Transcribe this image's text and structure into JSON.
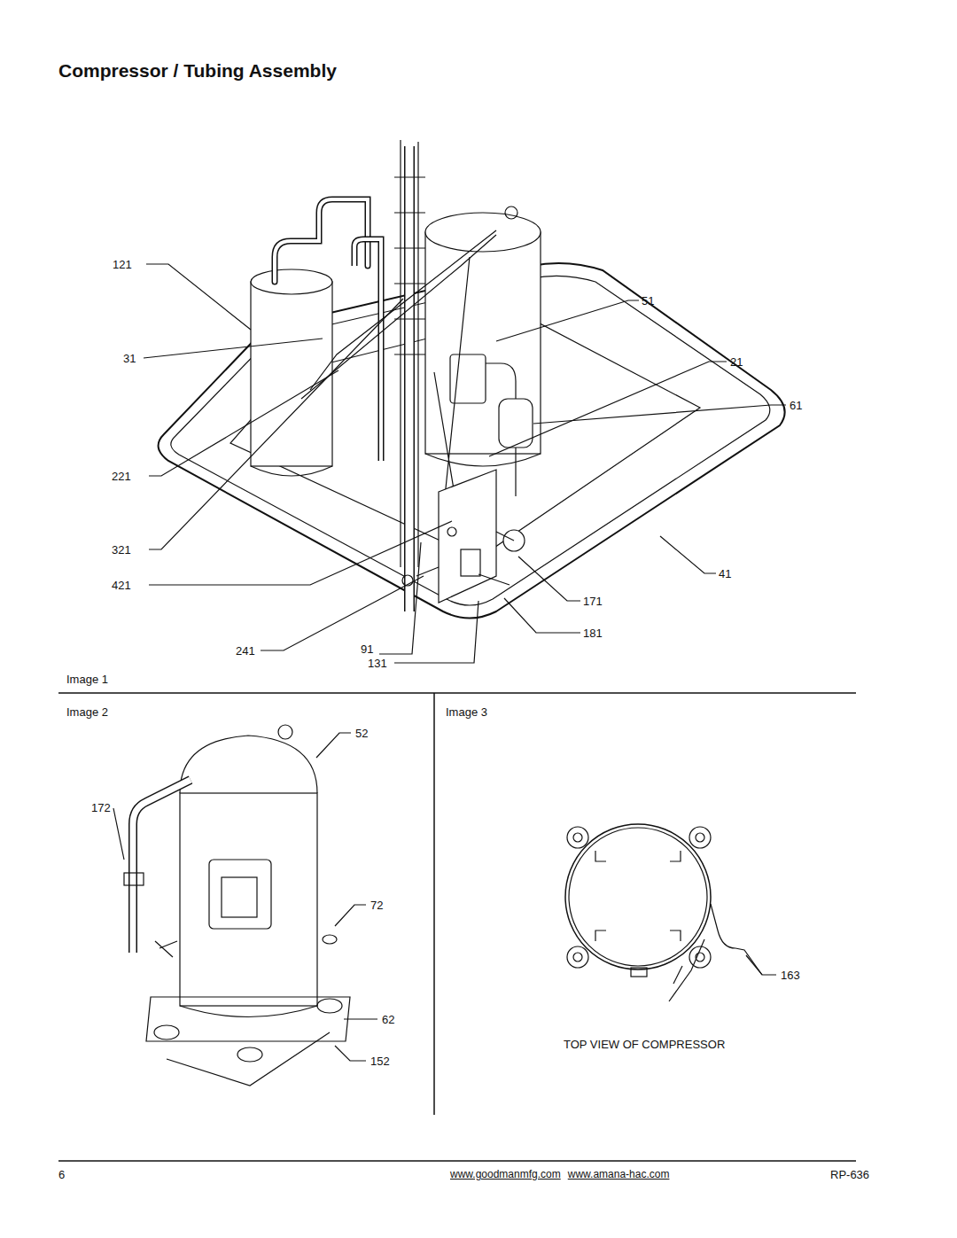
{
  "diagram": {
    "title": "Compressor / Tubing Assembly",
    "labels": [
      "121",
      "51",
      "31",
      "21",
      "61",
      "221",
      "321",
      "41",
      "421",
      "171",
      "181",
      "241",
      "91",
      "131",
      "Image 1",
      "Image 2",
      "Image 3",
      "52",
      "172",
      "72",
      "62",
      "152",
      "163",
      "TOP VIEW OF COMPRESSOR",
      "6",
      "www.goodmanmfg.com",
      "www.amana-hac.com",
      "RP-636"
    ]
  }
}
